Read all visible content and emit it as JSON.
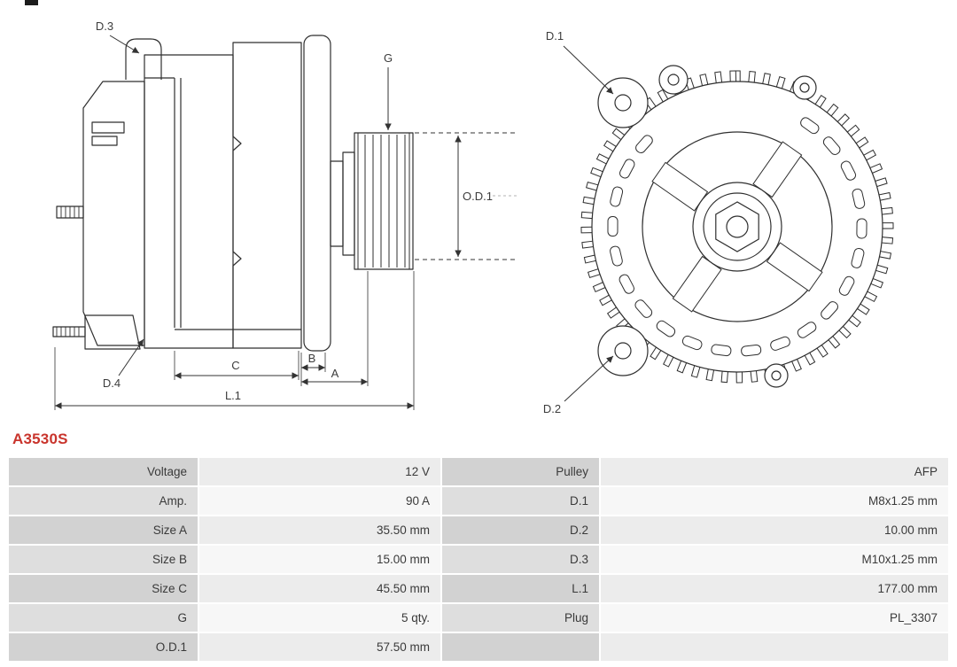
{
  "part_number": "A3530S",
  "accent_color": "#c9342c",
  "diagram": {
    "labels": {
      "d3": "D.3",
      "g": "G",
      "d1": "D.1",
      "od1": "O.D.1",
      "d4": "D.4",
      "c": "C",
      "b": "B",
      "a": "A",
      "l1": "L.1",
      "d2": "D.2"
    }
  },
  "spec_table": {
    "rows": [
      {
        "left_label": "Voltage",
        "left_value": "12 V",
        "right_label": "Pulley",
        "right_value": "AFP"
      },
      {
        "left_label": "Amp.",
        "left_value": "90 A",
        "right_label": "D.1",
        "right_value": "M8x1.25 mm"
      },
      {
        "left_label": "Size A",
        "left_value": "35.50 mm",
        "right_label": "D.2",
        "right_value": "10.00 mm"
      },
      {
        "left_label": "Size B",
        "left_value": "15.00 mm",
        "right_label": "D.3",
        "right_value": "M10x1.25 mm"
      },
      {
        "left_label": "Size C",
        "left_value": "45.50 mm",
        "right_label": "L.1",
        "right_value": "177.00 mm"
      },
      {
        "left_label": "G",
        "left_value": "5 qty.",
        "right_label": "Plug",
        "right_value": "PL_3307"
      },
      {
        "left_label": "O.D.1",
        "left_value": "57.50 mm",
        "right_label": "",
        "right_value": ""
      }
    ]
  }
}
